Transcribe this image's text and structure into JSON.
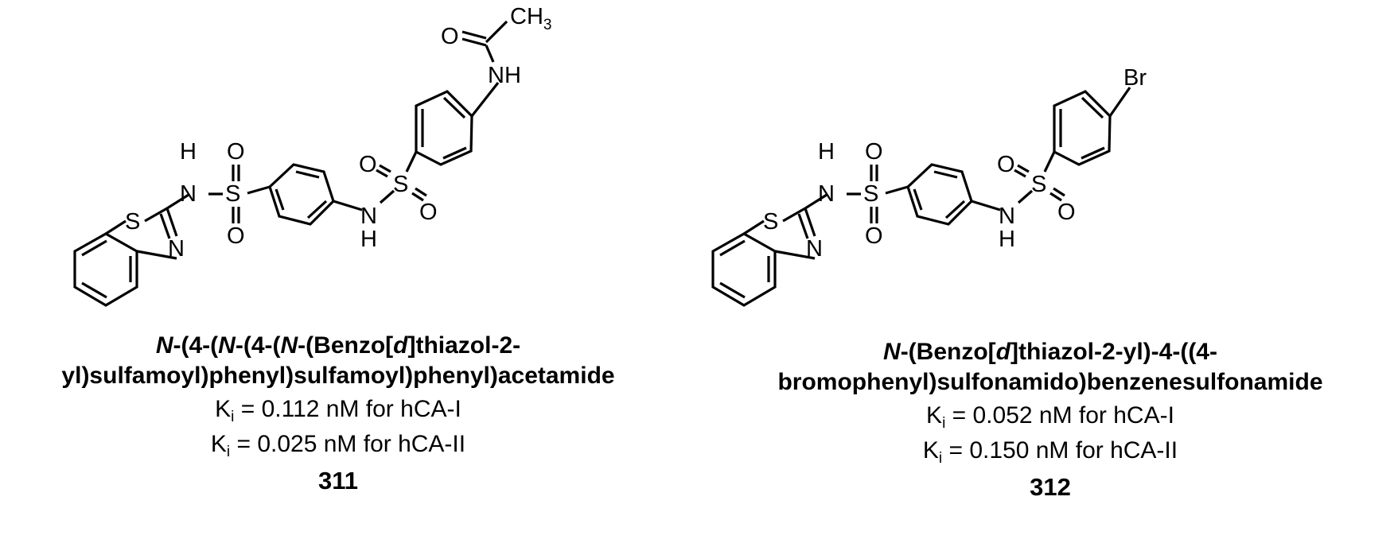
{
  "compounds": [
    {
      "name_parts": {
        "p1": "N",
        "p2": "-(4-(",
        "p3": "N",
        "p4": "-(4-(",
        "p5": "N",
        "p6": "-(Benzo[",
        "p7": "d",
        "p8": "]thiazol-2-",
        "line2": "yl)sulfamoyl)phenyl)sulfamoyl)phenyl)acetamide"
      },
      "ki_hca1": {
        "symbol": "K",
        "subscript": "i",
        "text": " = 0.112 nM for hCA-I"
      },
      "ki_hca2": {
        "symbol": "K",
        "subscript": "i",
        "text": " = 0.025 nM for hCA-II"
      },
      "number": "311"
    },
    {
      "name_parts": {
        "p1": "N",
        "p2": "-(Benzo[",
        "p3": "d",
        "p4": "]thiazol-2-yl)-4-((4-",
        "line2": "bromophenyl)sulfonamido)benzenesulfonamide"
      },
      "ki_hca1": {
        "symbol": "K",
        "subscript": "i",
        "text": " = 0.052 nM for hCA-I"
      },
      "ki_hca2": {
        "symbol": "K",
        "subscript": "i",
        "text": " = 0.150 nM for hCA-II"
      },
      "number": "312"
    }
  ],
  "atom_labels": {
    "S": "S",
    "N": "N",
    "H": "H",
    "O": "O",
    "NH": "NH",
    "CH": "CH",
    "sub3": "3",
    "Br": "Br"
  }
}
